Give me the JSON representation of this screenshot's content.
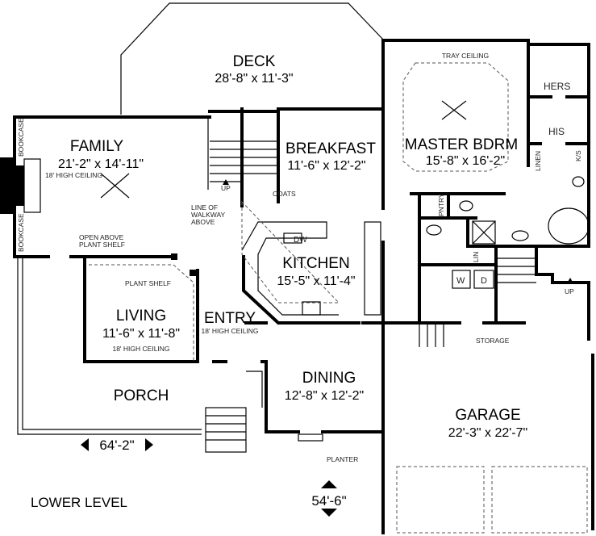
{
  "rooms": {
    "deck": {
      "name": "DECK",
      "size": "28'-8\" x 11'-3\""
    },
    "family": {
      "name": "FAMILY",
      "size": "21'-2\" x 14'-11\"",
      "note": "18' HIGH CEILING"
    },
    "breakfast": {
      "name": "BREAKFAST",
      "size": "11'-6\" x 12'-2\""
    },
    "master": {
      "name": "MASTER BDRM",
      "size": "15'-8\" x 16'-2\"",
      "note": "TRAY CEILING"
    },
    "kitchen": {
      "name": "KITCHEN",
      "size": "15'-5\" x 11'-4\""
    },
    "living": {
      "name": "LIVING",
      "size": "11'-6\" x 11'-8\"",
      "note": "18' HIGH CEILING"
    },
    "entry": {
      "name": "ENTRY",
      "note": "18' HIGH CEILING"
    },
    "dining": {
      "name": "DINING",
      "size": "12'-8\" x 12'-2\""
    },
    "porch": {
      "name": "PORCH"
    },
    "garage": {
      "name": "GARAGE",
      "size": "22'-3\" x 22'-7\""
    }
  },
  "notes": {
    "bookcase": "BOOKCASE",
    "up": "UP",
    "coats": "COATS",
    "walkway": [
      "LINE OF",
      "WALKWAY",
      "ABOVE"
    ],
    "open_above": [
      "OPEN ABOVE",
      "PLANT SHELF"
    ],
    "plant_shelf": "PLANT SHELF",
    "hers": "HERS",
    "his": "HIS",
    "linen": "LINEN",
    "ks": "K/S",
    "pntry": "PNTRY",
    "lin": "LIN",
    "washer": "W",
    "dryer": "D",
    "dw": "DW",
    "storage": "STORAGE",
    "planter": "PLANTER"
  },
  "dimensions": {
    "width": "64'-2\"",
    "depth": "54'-6\""
  },
  "level": "LOWER LEVEL"
}
